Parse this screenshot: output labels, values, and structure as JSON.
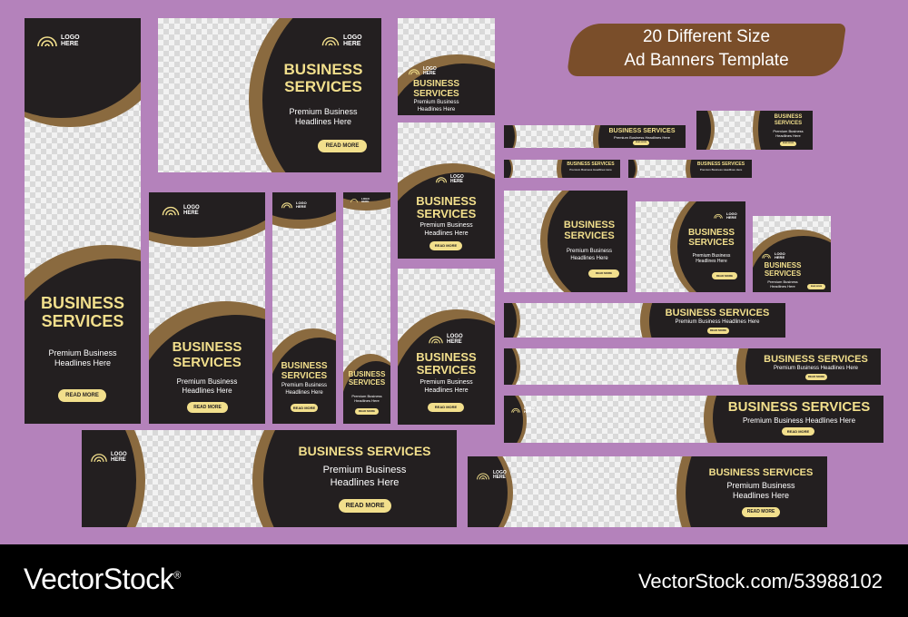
{
  "header": {
    "line1": "20 Different Size",
    "line2": "Ad  Banners Template"
  },
  "banner": {
    "logo_line1": "LOGO",
    "logo_line2": "HERE",
    "title_line1": "BUSINESS",
    "title_line2": "SERVICES",
    "title_full": "BUSINESS SERVICES",
    "sub_line1": "Premium Business",
    "sub_line2": "Headlines Here",
    "sub_full": "Premium Business Headlines Here",
    "button": "READ MORE"
  },
  "colors": {
    "background": "#b482bb",
    "dark": "#231f20",
    "accent": "#f2df8c",
    "ring": "#8a6a3f"
  },
  "footer": {
    "brand": "VectorStock",
    "registered": "®",
    "url": "VectorStock.com/53988102"
  }
}
